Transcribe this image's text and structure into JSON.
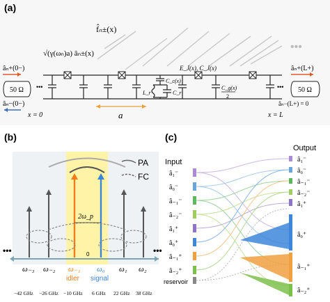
{
  "panel_a": {
    "tag": "(a)",
    "top_label_f": "f̂ₙ±(x)",
    "top_label_gamma": "√(γ(ωₙ)a) âₙ±(x)",
    "left_in": "âₙ+(0−)",
    "left_out": "âₙ−(0−)",
    "right_in": "âₙ+(L+)",
    "right_out": "âₙ−(L+) = 0",
    "resistor_left": "50 Ω",
    "resistor_right": "50 Ω",
    "x0": "x = 0",
    "xL": "x = L",
    "cell_a": "a",
    "ej_cj": "E_J(x), C_J(x)",
    "cc": "C_c(x)",
    "cg2": "C_g(x)",
    "cg2_den": "2",
    "lr": "L_r",
    "cr": "C_r",
    "dots": "•••"
  },
  "panel_b": {
    "tag": "(b)",
    "dots_left": "•••",
    "dots_right": "•••",
    "pa": "PA",
    "fc": "FC",
    "two_omega_p": "2ω_p",
    "zero": "0",
    "idler": "idler",
    "signal": "signal",
    "omegas": [
      "ω₋₃",
      "ω₋₂",
      "ω₋₁",
      "ω₀",
      "ω₁",
      "ω₂"
    ],
    "freqs": [
      "−42 GHz",
      "−26 GHz",
      "−10 GHz",
      "6 GHz",
      "22 GHz",
      "38 GHz"
    ],
    "colors": {
      "idler": "#f07d1a",
      "signal": "#3a86d6",
      "band": "#fff3a8",
      "teal": "#5aa7b5"
    }
  },
  "panel_c": {
    "tag": "(c)",
    "input_title": "Input",
    "output_title": "Output",
    "inputs": [
      "â₁⁻",
      "â₀⁻",
      "â₋₁⁻",
      "â₋₂⁻",
      "â₁⁺",
      "â₀⁺",
      "â₋₁⁺",
      "â₋₂⁺",
      "reservoir"
    ],
    "outputs": [
      "â₁⁻",
      "â₀⁻",
      "â₋₁⁻",
      "â₋₂⁻",
      "â₁⁺",
      "â₀⁺",
      "â₋₁⁺",
      "â₋₂⁺"
    ],
    "colors": [
      "#a98bd6",
      "#6aa5dc",
      "#5cb85c",
      "#9fcf5a",
      "#8e74c9",
      "#3d86d9",
      "#f0a040",
      "#7cc04a",
      "#888888"
    ]
  }
}
